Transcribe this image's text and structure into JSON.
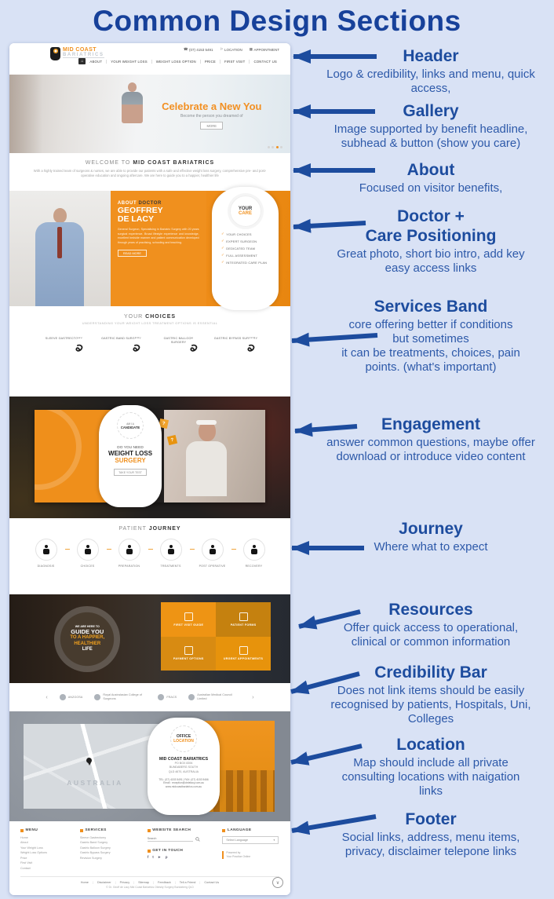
{
  "page": {
    "title": "Common Design Sections"
  },
  "colors": {
    "accent_orange": "#f0901e",
    "navy_arrow": "#1d4c9e",
    "page_bg": "#d9e2f5"
  },
  "icons": {
    "phone": "☎",
    "pin": "⚐",
    "calendar": "▦",
    "home": "⌂",
    "check": "✓",
    "prev": "‹",
    "next": "›",
    "chevron_down": "∨",
    "select_caret": "▾",
    "facebook": "f",
    "twitter": "t",
    "youtube": "►",
    "pinterest": "p",
    "question": "?"
  },
  "annotations": [
    {
      "title": "Header",
      "desc": "Logo & credibility, links and menu, quick\naccess,"
    },
    {
      "title": "Gallery",
      "desc": "Image supported by benefit headline,\nsubhead & button (show you care)"
    },
    {
      "title": "About",
      "desc": "Focused on visitor benefits,"
    },
    {
      "title": "Doctor +\nCare Positioning",
      "desc": "Great photo, short bio intro, add key\neasy access links"
    },
    {
      "title": "Services Band",
      "desc": "core offering better if conditions\nbut sometimes\nit can be treatments, choices, pain\npoints. (what's important)"
    },
    {
      "title": "Engagement",
      "desc": "answer common questions, maybe offer\ndownload or introduce video content"
    },
    {
      "title": "Journey",
      "desc": "Where what to expect"
    },
    {
      "title": "Resources",
      "desc": "Offer quick access to operational,\nclinical or common information"
    },
    {
      "title": "Credibility Bar",
      "desc": "Does not link items should be easily\nrecognised by patients, Hospitals, Uni,\nColleges"
    },
    {
      "title": "Location",
      "desc": "Map should include all private\nconsulting locations with naigation\nlinks"
    },
    {
      "title": "Footer",
      "desc": "Social links, address, menu items,\nprivacy, disclaimer telepone links"
    }
  ],
  "site": {
    "header": {
      "logo_name": "MID COAST",
      "logo_sub": "BARIATRICS",
      "phone": "(07) 4153 5491",
      "location_label": "LOCATION",
      "appointment_label": "APPOINTMENT",
      "nav": [
        "ABOUT",
        "YOUR WEIGHT LOSS",
        "WEIGHT LOSS OPTION",
        "PRICE",
        "FIRST VISIT",
        "CONTACT US"
      ]
    },
    "hero": {
      "headline": "Celebrate a New You",
      "subhead": "Become the person you dreamed of",
      "button": "MORE"
    },
    "about": {
      "title_light": "WELCOME TO",
      "title_bold": "MID COAST BARIATRICS",
      "body": "With a highly trained team of surgeons & nurses, we are able to provide our patients with a safe and effective weight loss surgery, comprehensive pre- and post-operative education and ongoing aftercare. We are here to guide you to a happier, healthier life"
    },
    "doctor": {
      "kicker_light": "ABOUT",
      "kicker_bold": "DOCTOR",
      "name": "GEOFFREY\nDE LACY",
      "bio": "General Surgeon, Specialising in Bariatric Surgery with 20 years surgical experience. Broad lifestyle experience and knowledge, excellent bedside manner and patient communication developed through years of practising, schooling and teaching.",
      "read_more": "READ MORE",
      "care_title_1": "YOUR",
      "care_title_2": "CARE",
      "care_items": [
        "YOUR CHOICES",
        "EXPERT SURGEON",
        "DEDICATED TEAM",
        "FULL ASSESSMENT",
        "INTEGRATED CARE PLAN"
      ]
    },
    "services": {
      "title_light": "YOUR",
      "title_bold": "CHOICES",
      "subtitle": "UNDERSTANDING YOUR WEIGHT LOSS TREATMENT OPTIONS IS ESSENTIAL",
      "items": [
        "SLEEVE GASTRECTOMY",
        "GASTRIC BAND SURGERY",
        "GASTRIC BALLOON SURGERY",
        "GASTRIC BYPASS SURGERY"
      ]
    },
    "engagement": {
      "badge_1": "AM I A",
      "badge_2": "CANDIDATE",
      "line1": "DO YOU NEED",
      "line2": "WEIGHT LOSS",
      "line3": "SURGERY",
      "button": "TAKE YOUR TEST"
    },
    "journey": {
      "title_light": "PATIENT",
      "title_bold": "JOURNEY",
      "steps": [
        "DIAGNOSIS",
        "CHOICES",
        "PREPARATION",
        "TREATMENTS",
        "POST OPERATIVE",
        "RECOVERY"
      ]
    },
    "resources": {
      "circle_l1": "WE ARE HERE TO",
      "circle_l2": "GUIDE YOU",
      "circle_l3": "TO A HAPPIER,",
      "circle_l4": "HEALTHIER",
      "circle_l5": "LIFE",
      "tiles": [
        "FIRST VISIT GUIDE",
        "PATIENT FORMS",
        "PAYMENT OPTIONS",
        "URGENT APPOINTMENTS"
      ]
    },
    "credibility": {
      "logos": [
        "ANZGOSA",
        "Royal Australasian College of Surgeons",
        "FRACS",
        "Australian Medical Council Limited"
      ]
    },
    "location": {
      "badge_1": "OFFICE",
      "badge_2": "LOCATION",
      "name": "MID COAST BARIATRICS",
      "address": [
        "PO BOX 8394",
        "BUNDABERG SOUTH",
        "QLD 4670, AUSTRALIA"
      ],
      "tel": "TEL: (07) 4153 5491 | FAX: (07) 4153 9466",
      "email": "Email : reception@drdelacy.com.au",
      "web": "www.midcoastbariatrics.com.au",
      "map_label": "AUSTRALIA"
    },
    "footer": {
      "menu_title": "MENU",
      "menu": [
        "Home",
        "About",
        "Your Weight Loss",
        "Weight Loss Options",
        "Price",
        "First Visit",
        "Contact"
      ],
      "services_title": "SERVICES",
      "services": [
        "Sleeve Gastrectomy",
        "Gastric Band Surgery",
        "Gastric Balloon Surgery",
        "Gastric Bypass Surgery",
        "Revision Surgery"
      ],
      "search_title": "WEBSITE SEARCH",
      "search_placeholder": "Search",
      "touch_title": "GET IN TOUCH",
      "language_title": "LANGUAGE",
      "language_value": "Select Language",
      "powered": "Powered by\nYour Practice Online",
      "links": [
        "Home",
        "Disclaimer",
        "Privacy",
        "Sitemap",
        "Feedback",
        "Tell a Friend",
        "Contact Us"
      ],
      "copyright": "© Dr. Geoff de Lacy Mid Coast Bariatrics Obesity Surgery Bundaberg QLD"
    }
  }
}
